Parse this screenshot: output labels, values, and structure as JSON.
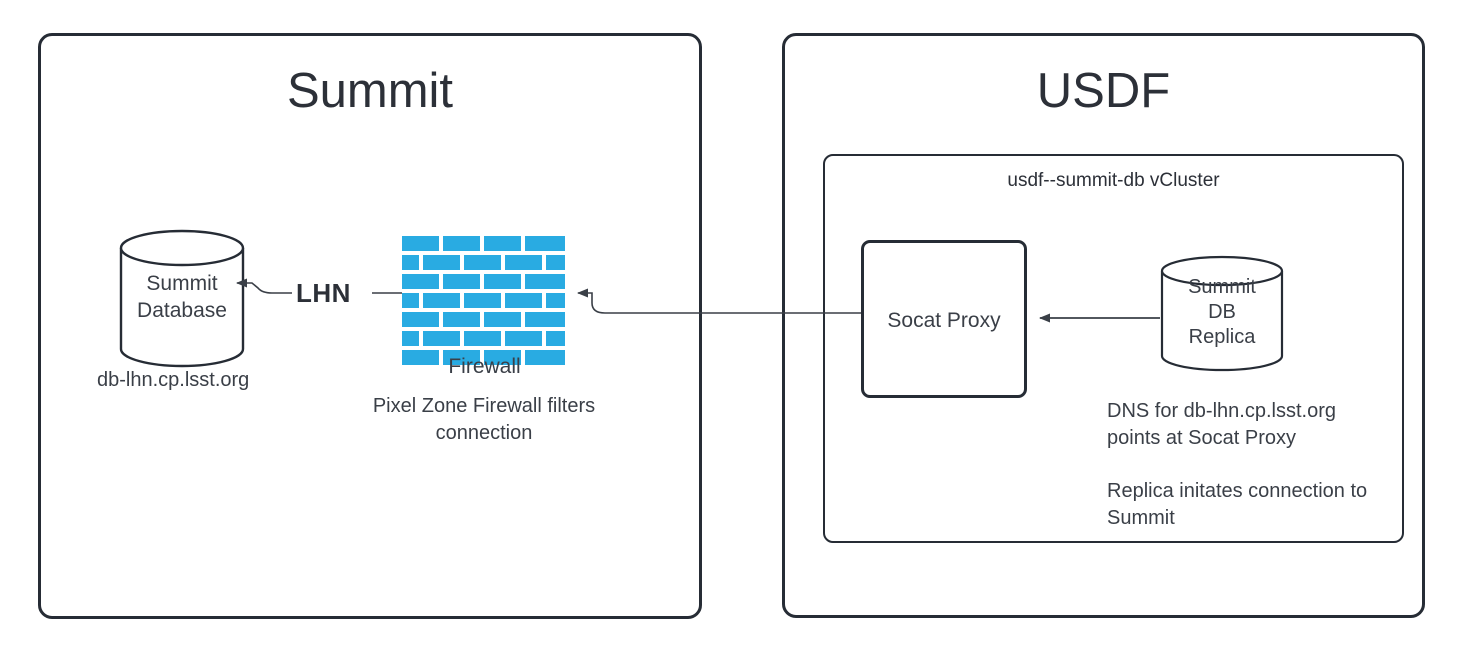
{
  "diagram": {
    "title_summit": "Summit",
    "title_usdf": "USDF",
    "vcluster_label": "usdf--summit-db vCluster",
    "summit_db": {
      "label": "Summit\nDatabase",
      "hostname": "db-lhn.cp.lsst.org"
    },
    "firewall": {
      "label": "Firewall",
      "caption": "Pixel Zone Firewall filters\nconnection",
      "brick_color": "#29abe2"
    },
    "socat_proxy": {
      "label": "Socat Proxy"
    },
    "replica": {
      "label": "Summit\nDB\nReplica",
      "dns_note": "DNS for db-lhn.cp.lsst.org\npoints at Socat Proxy",
      "connection_note": "Replica initates connection to\nSummit"
    },
    "connections": {
      "lhn_label": "LHN"
    },
    "colors": {
      "border": "#262c35",
      "text": "#3a3f47",
      "accent": "#29abe2",
      "background": "#ffffff"
    }
  }
}
